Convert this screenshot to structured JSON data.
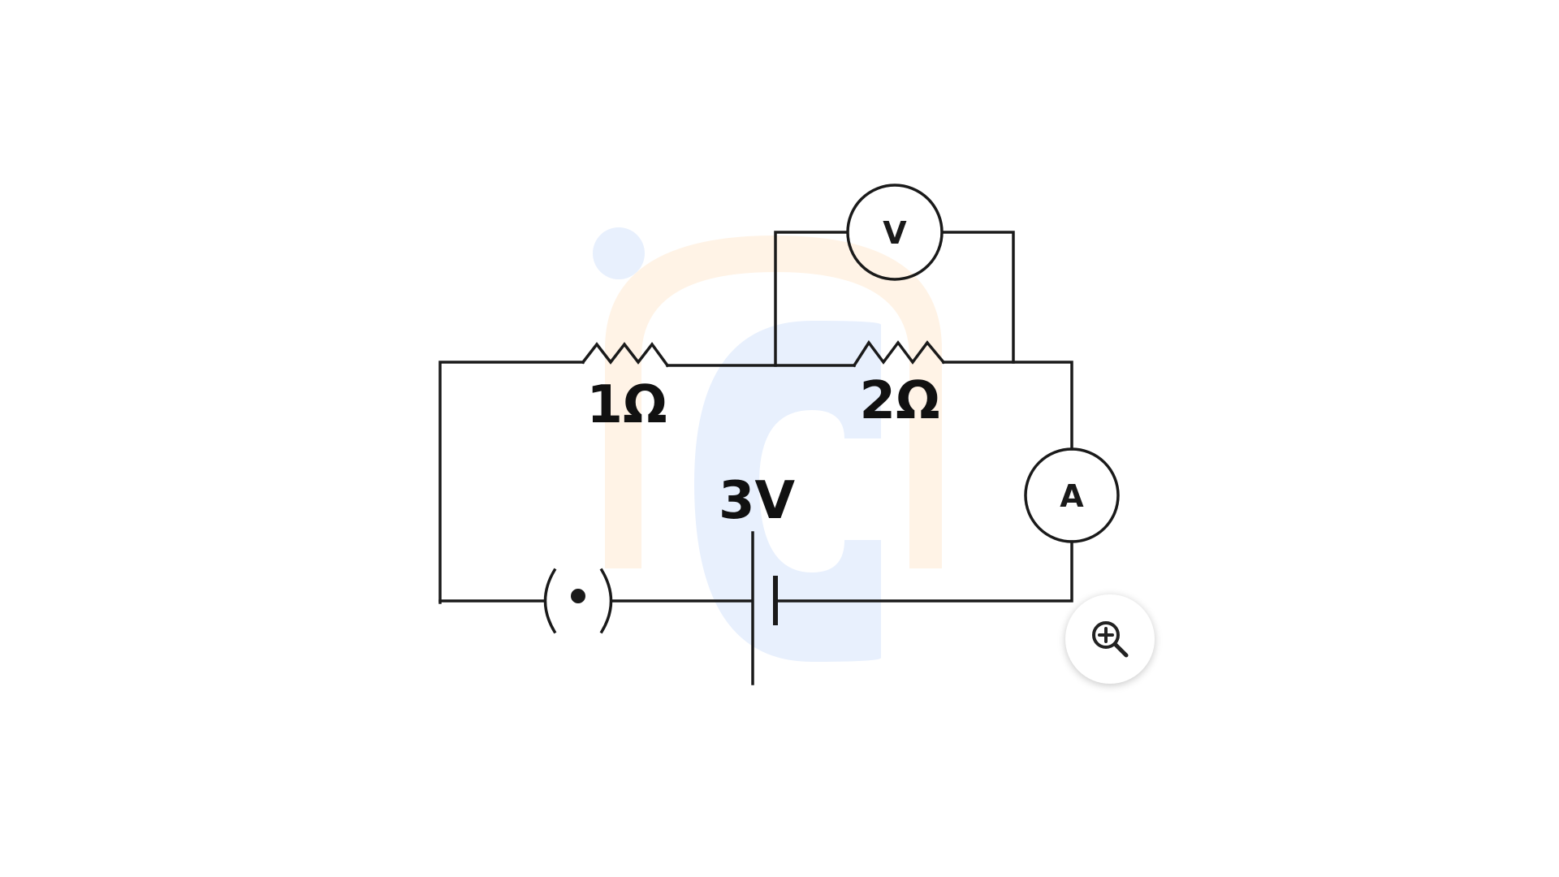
{
  "labels": {
    "r1": "1Ω",
    "r2": "2Ω",
    "battery": "3V",
    "voltmeter": "V",
    "ammeter": "A"
  },
  "icons": {
    "zoom": "zoom-in-icon",
    "key": "key-switch-icon",
    "watermark": "logo-watermark"
  },
  "colors": {
    "wire": "#1a1a1a",
    "watermark_orange": "#fff3e6",
    "watermark_blue": "#e8f0fd"
  }
}
